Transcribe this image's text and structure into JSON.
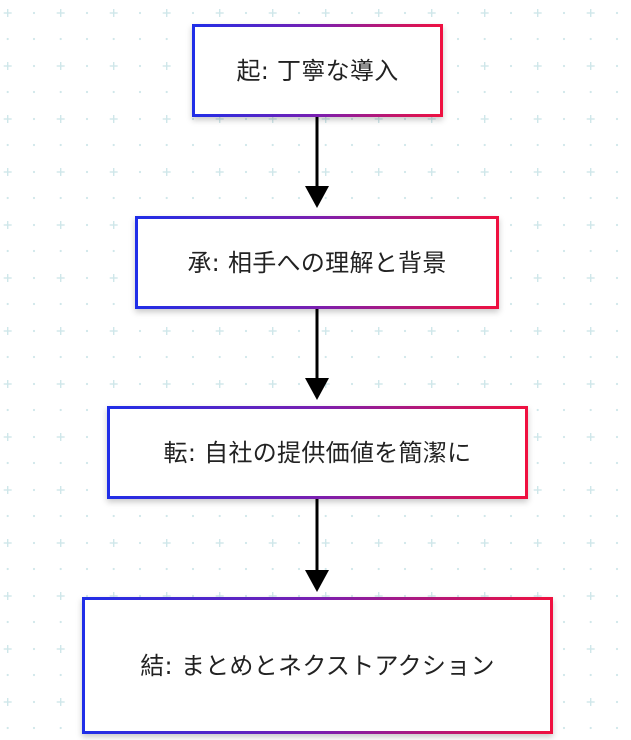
{
  "diagram": {
    "nodes": [
      {
        "id": "node-1",
        "label": "起: 丁寧な導入"
      },
      {
        "id": "node-2",
        "label": "承: 相手への理解と背景"
      },
      {
        "id": "node-3",
        "label": "転: 自社の提供価値を簡潔に"
      },
      {
        "id": "node-4",
        "label": "結: まとめとネクストアクション"
      }
    ],
    "edges": [
      {
        "from": "node-1",
        "to": "node-2"
      },
      {
        "from": "node-2",
        "to": "node-3"
      },
      {
        "from": "node-3",
        "to": "node-4"
      }
    ],
    "colors": {
      "border_start": "#1f2ee8",
      "border_end": "#f0103f",
      "arrow": "#000000",
      "grid": "#cfe7ea",
      "text": "#222222"
    }
  }
}
